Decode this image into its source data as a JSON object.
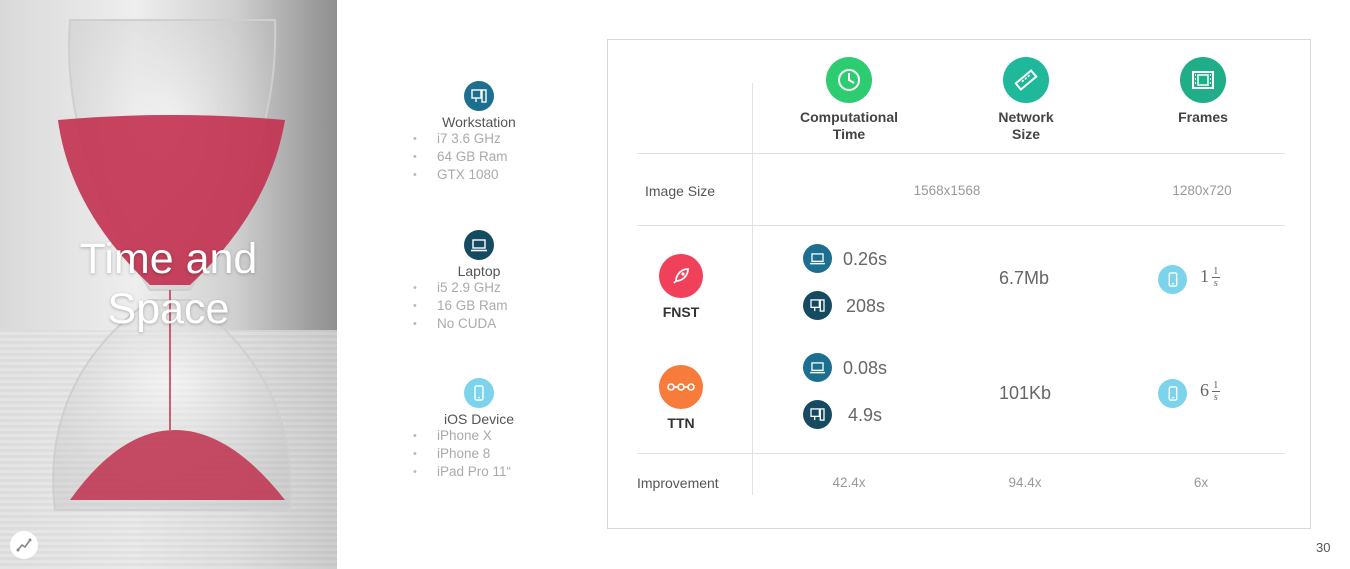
{
  "slide": {
    "title_line1": "Time and",
    "title_line2": "Space",
    "page_number": "30"
  },
  "devices": [
    {
      "name": "Workstation",
      "icon": "workstation-icon",
      "color": "#1c6f8e",
      "specs": [
        "i7 3.6 GHz",
        "64 GB Ram",
        "GTX 1080"
      ]
    },
    {
      "name": "Laptop",
      "icon": "laptop-icon",
      "color": "#154a61",
      "specs": [
        "i5 2.9 GHz",
        "16 GB Ram",
        "No CUDA"
      ]
    },
    {
      "name": "iOS Device",
      "icon": "phone-icon",
      "color": "#7cd3ec",
      "specs": [
        "iPhone X",
        "iPhone 8",
        "iPad Pro 11“"
      ]
    }
  ],
  "table": {
    "columns": [
      {
        "label": "Computational\nTime",
        "icon": "stopwatch-icon",
        "color": "#2ecc71"
      },
      {
        "label": "Network\nSize",
        "icon": "ruler-icon",
        "color": "#1fb89a"
      },
      {
        "label": "Frames",
        "icon": "film-icon",
        "color": "#1fae88"
      }
    ],
    "image_size": {
      "label": "Image Size",
      "network": "1568x1568",
      "frames": "1280x720"
    },
    "fnst": {
      "label": "FNST",
      "laptop_time": "0.26s",
      "workstation_time": "208s",
      "size": "6.7Mb",
      "fps_num": "1",
      "fps_top": "1",
      "fps_bottom": "s",
      "color": "#f0405a"
    },
    "ttn": {
      "label": "TTN",
      "laptop_time": "0.08s",
      "workstation_time": "4.9s",
      "size": "101Kb",
      "fps_num": "6",
      "fps_top": "1",
      "fps_bottom": "s",
      "color": "#f77b3a"
    },
    "improvement": {
      "label": "Improvement",
      "time": "42.4x",
      "size": "94.4x",
      "frames": "6x"
    }
  }
}
